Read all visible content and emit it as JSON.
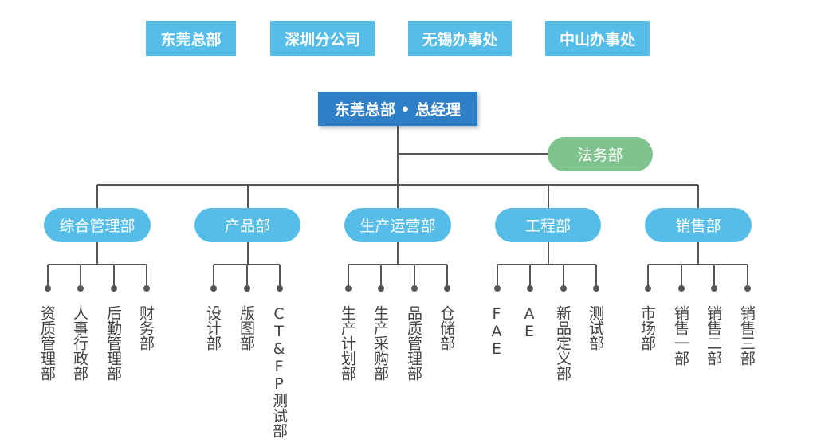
{
  "offices": [
    "东莞总部",
    "深圳分公司",
    "无锡办事处",
    "中山办事处"
  ],
  "general_manager": "东莞总部 • 总经理",
  "legal_dept": "法务部",
  "departments": [
    {
      "name": "综合管理部",
      "subs": [
        "资质管理部",
        "人事行政部",
        "后勤管理部",
        "财务部"
      ]
    },
    {
      "name": "产品部",
      "subs": [
        "设计部",
        "版图部",
        "CT&FP测试部"
      ]
    },
    {
      "name": "生产运营部",
      "subs": [
        "生产计划部",
        "生产采购部",
        "品质管理部",
        "仓储部"
      ]
    },
    {
      "name": "工程部",
      "subs": [
        "FAE",
        "AE",
        "新品定义部",
        "测试部"
      ]
    },
    {
      "name": "销售部",
      "subs": [
        "市场部",
        "销售一部",
        "销售二部",
        "销售三部"
      ]
    }
  ],
  "colors": {
    "tab": "#55bde8",
    "gm": "#2f7fc6",
    "legal": "#7fc38e",
    "line": "#555555"
  }
}
